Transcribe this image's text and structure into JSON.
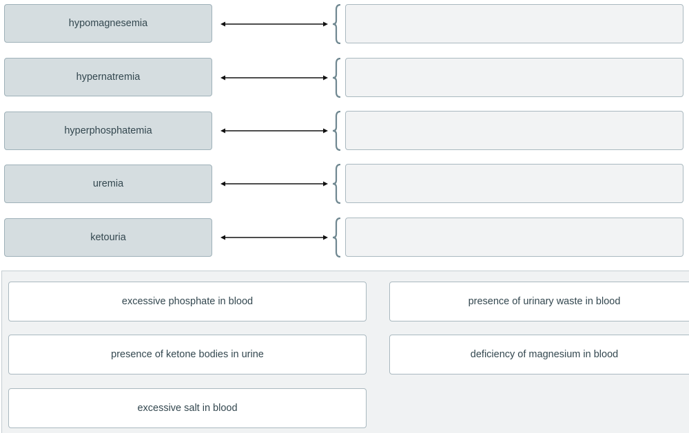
{
  "terms": [
    {
      "label": "hypomagnesemia"
    },
    {
      "label": "hypernatremia"
    },
    {
      "label": "hyperphosphatemia"
    },
    {
      "label": "uremia"
    },
    {
      "label": "ketouria"
    }
  ],
  "choices": [
    {
      "label": "excessive phosphate in blood"
    },
    {
      "label": "presence of urinary waste in blood"
    },
    {
      "label": "presence of ketone bodies in urine"
    },
    {
      "label": "deficiency of magnesium in blood"
    },
    {
      "label": "excessive salt in blood"
    }
  ],
  "colors": {
    "term_bg": "#d5dde0",
    "target_bg": "#f2f3f4",
    "bank_bg": "#f0f2f3",
    "text": "#33474f",
    "brace": "#6f8790"
  },
  "icons": {
    "connector": "double-headed-arrow-icon",
    "drop_marker": "curly-brace-icon"
  }
}
